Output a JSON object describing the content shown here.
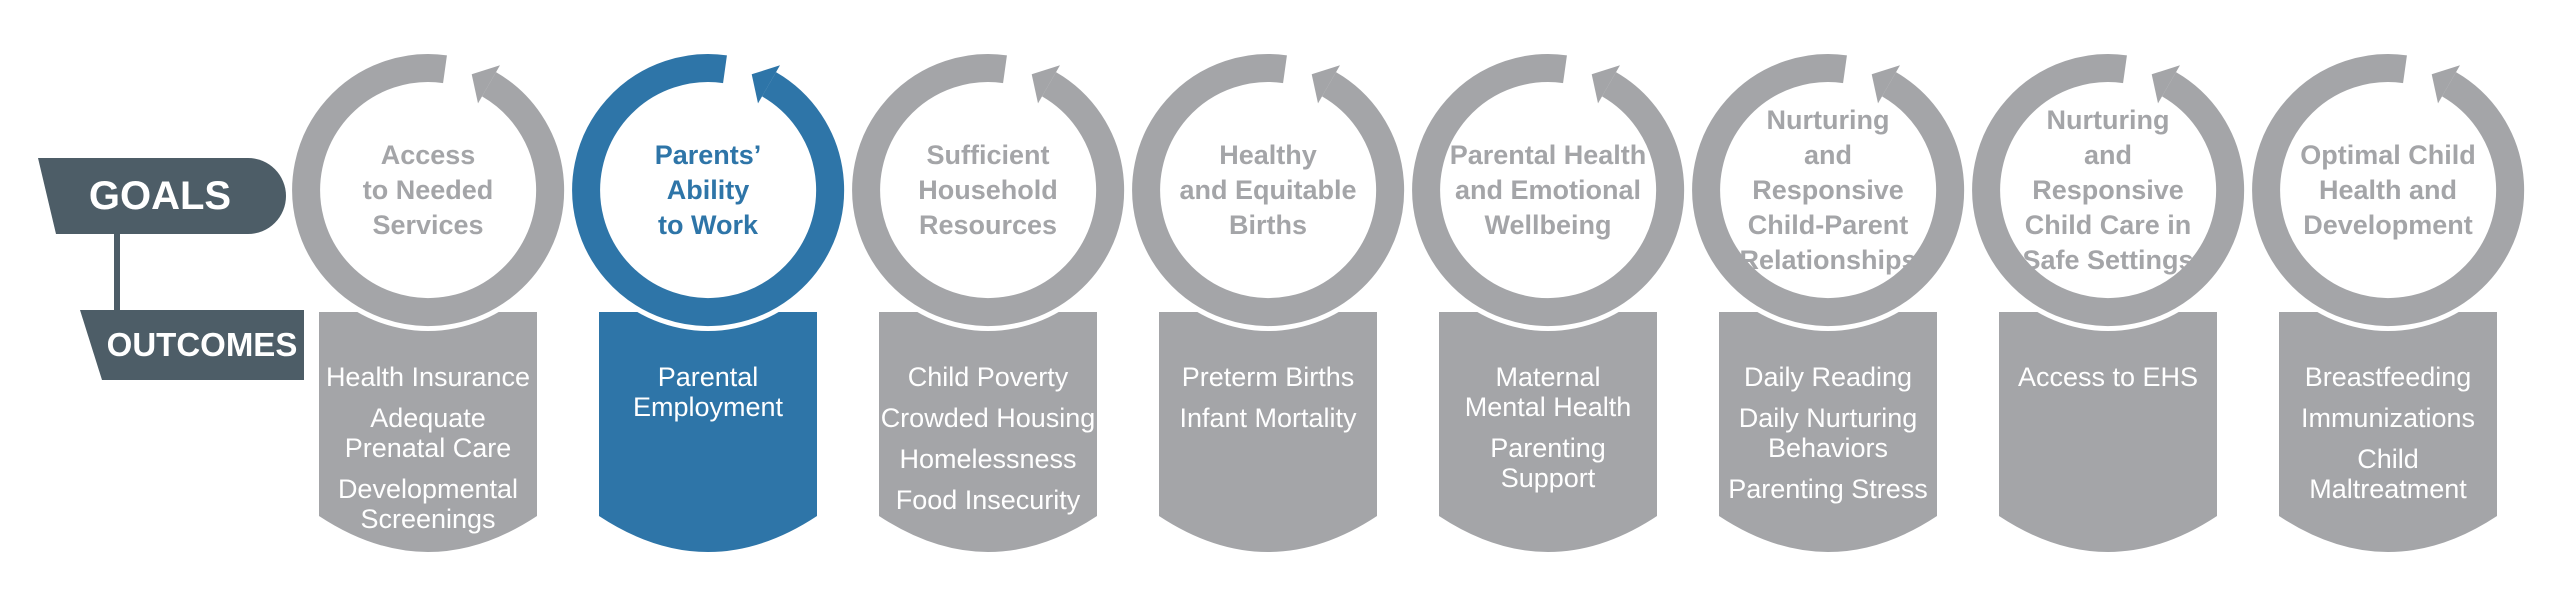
{
  "labels": {
    "goals": "GOALS",
    "outcomes": "OUTCOMES"
  },
  "colors": {
    "gray": "#a4a5a8",
    "highlight": "#2e75a8",
    "dark_slate": "#4d5d67",
    "goal_text_gray": "#a4a5a8",
    "white": "#ffffff"
  },
  "highlighted_goal": 1,
  "goals": [
    {
      "title": [
        "Access",
        "to Needed",
        "Services"
      ],
      "outcomes": [
        [
          "Health Insurance"
        ],
        [
          "Adequate",
          "Prenatal Care"
        ],
        [
          "Developmental",
          "Screenings"
        ]
      ]
    },
    {
      "title": [
        "Parents’",
        "Ability",
        "to Work"
      ],
      "outcomes": [
        [
          "Parental",
          "Employment"
        ]
      ]
    },
    {
      "title": [
        "Sufficient",
        "Household",
        "Resources"
      ],
      "outcomes": [
        [
          "Child Poverty"
        ],
        [
          "Crowded Housing"
        ],
        [
          "Homelessness"
        ],
        [
          "Food Insecurity"
        ]
      ]
    },
    {
      "title": [
        "Healthy",
        "and Equitable",
        "Births"
      ],
      "outcomes": [
        [
          "Preterm Births"
        ],
        [
          "Infant Mortality"
        ]
      ]
    },
    {
      "title": [
        "Parental Health",
        "and Emotional",
        "Wellbeing"
      ],
      "outcomes": [
        [
          "Maternal",
          "Mental Health"
        ],
        [
          "Parenting",
          "Support"
        ]
      ]
    },
    {
      "title": [
        "Nurturing",
        "and Responsive",
        "Child-Parent",
        "Relationships"
      ],
      "outcomes": [
        [
          "Daily Reading"
        ],
        [
          "Daily Nurturing",
          "Behaviors"
        ],
        [
          "Parenting Stress"
        ]
      ]
    },
    {
      "title": [
        "Nurturing",
        "and Responsive",
        "Child Care in",
        "Safe Settings"
      ],
      "outcomes": [
        [
          "Access to EHS"
        ]
      ]
    },
    {
      "title": [
        "Optimal Child",
        "Health and",
        "Development"
      ],
      "outcomes": [
        [
          "Breastfeeding"
        ],
        [
          "Immunizations"
        ],
        [
          "Child",
          "Maltreatment"
        ]
      ]
    }
  ]
}
